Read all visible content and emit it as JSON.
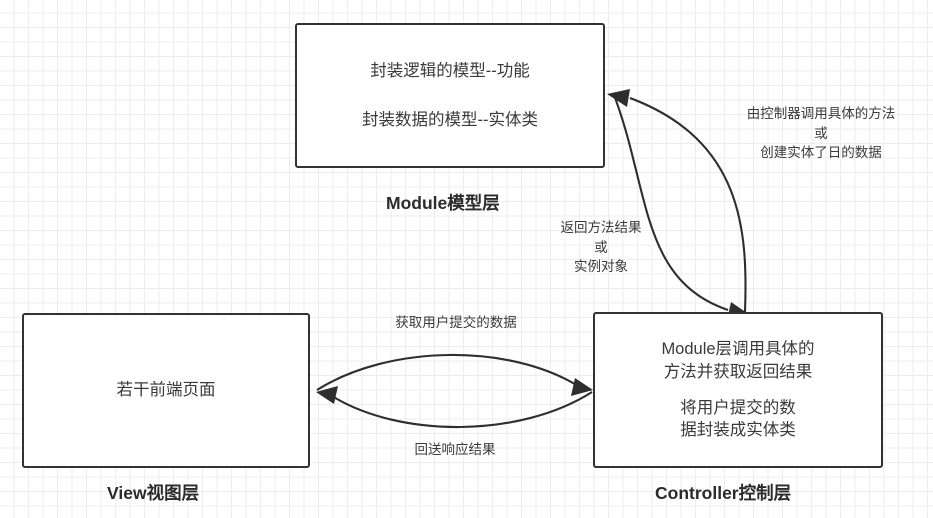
{
  "diagram": {
    "title_implicit": "MVC 分层结构图",
    "boxes": {
      "model": {
        "lines": [
          "封装逻辑的模型--功能",
          "封装数据的模型--实体类"
        ],
        "layer_label": "Module模型层"
      },
      "view": {
        "lines": [
          "若干前端页面"
        ],
        "layer_label": "View视图层"
      },
      "controller": {
        "lines_group_one": [
          "Module层调用具体的",
          "方法并获取返回结果"
        ],
        "lines_group_two": [
          "将用户提交的数",
          "据封装成实体类"
        ],
        "layer_label": "Controller控制层"
      }
    },
    "edge_labels": {
      "controller_to_model": [
        "由控制器调用具体的方法",
        "或",
        "创建实体了日的数据"
      ],
      "model_to_controller": [
        "返回方法结果",
        "或",
        "实例对象"
      ],
      "view_to_controller": "获取用户提交的数据",
      "controller_to_view": "回送响应结果"
    },
    "colors": {
      "stroke": "#2e2e2e",
      "box_border": "#323232",
      "text": "#3a3a3a",
      "label_text": "#2b2b2b",
      "grid_minor": "#ededed",
      "grid_major": "#e0e0e0",
      "background": "#ffffff"
    }
  }
}
